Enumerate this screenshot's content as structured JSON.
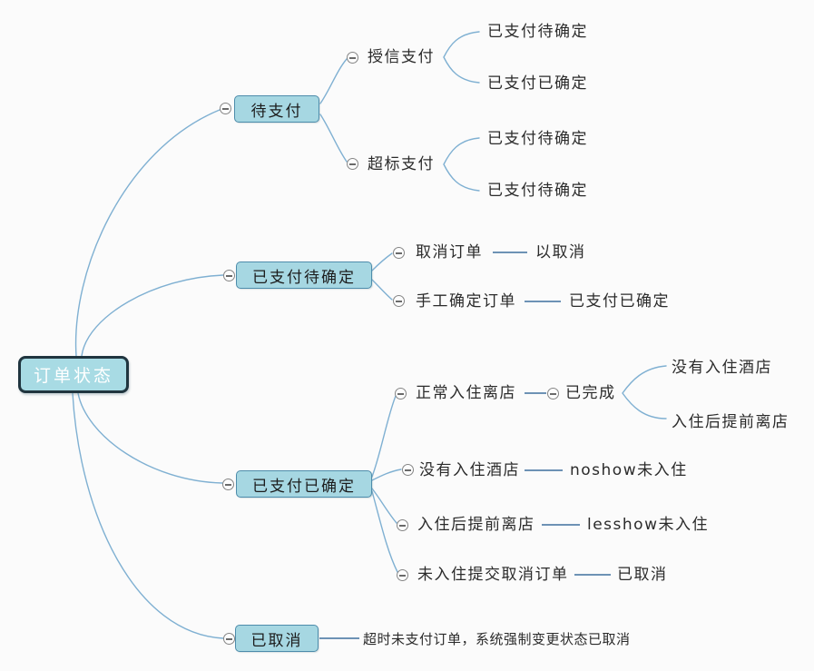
{
  "colors": {
    "background": "#fbfbfb",
    "node_fill": "#a6d7e2",
    "node_border": "#4d8cab",
    "root_fill": "#a8dbe4",
    "root_border": "#20353f",
    "root_text": "#ffffff",
    "curve_line": "#7fb0d2",
    "straight_line": "#3e6f9e",
    "text": "#2b2b2b",
    "collapse_icon": "#858585"
  },
  "icons": {
    "collapse": "minus-circle"
  },
  "mindmap": {
    "root": {
      "label": "订单状态"
    },
    "branches": [
      {
        "label": "待支付",
        "children": [
          {
            "label": "授信支付",
            "children": [
              {
                "label": "已支付待确定"
              },
              {
                "label": "已支付已确定"
              }
            ]
          },
          {
            "label": "超标支付",
            "children": [
              {
                "label": "已支付待确定"
              },
              {
                "label": "已支付待确定"
              }
            ]
          }
        ]
      },
      {
        "label": "已支付待确定",
        "children": [
          {
            "label": "取消订单",
            "children": [
              {
                "label": "以取消"
              }
            ]
          },
          {
            "label": "手工确定订单",
            "children": [
              {
                "label": "已支付已确定"
              }
            ]
          }
        ]
      },
      {
        "label": "已支付已确定",
        "children": [
          {
            "label": "正常入住离店",
            "children": [
              {
                "label": "已完成",
                "children": [
                  {
                    "label": "没有入住酒店"
                  },
                  {
                    "label": "入住后提前离店"
                  }
                ]
              }
            ]
          },
          {
            "label": "没有入住酒店",
            "children": [
              {
                "label": "noshow未入住"
              }
            ]
          },
          {
            "label": "入住后提前离店",
            "children": [
              {
                "label": "lesshow未入住"
              }
            ]
          },
          {
            "label": "未入住提交取消订单",
            "children": [
              {
                "label": "已取消"
              }
            ]
          }
        ]
      },
      {
        "label": "已取消",
        "children": [
          {
            "label": "超时未支付订单，系统强制变更状态已取消"
          }
        ]
      }
    ]
  }
}
